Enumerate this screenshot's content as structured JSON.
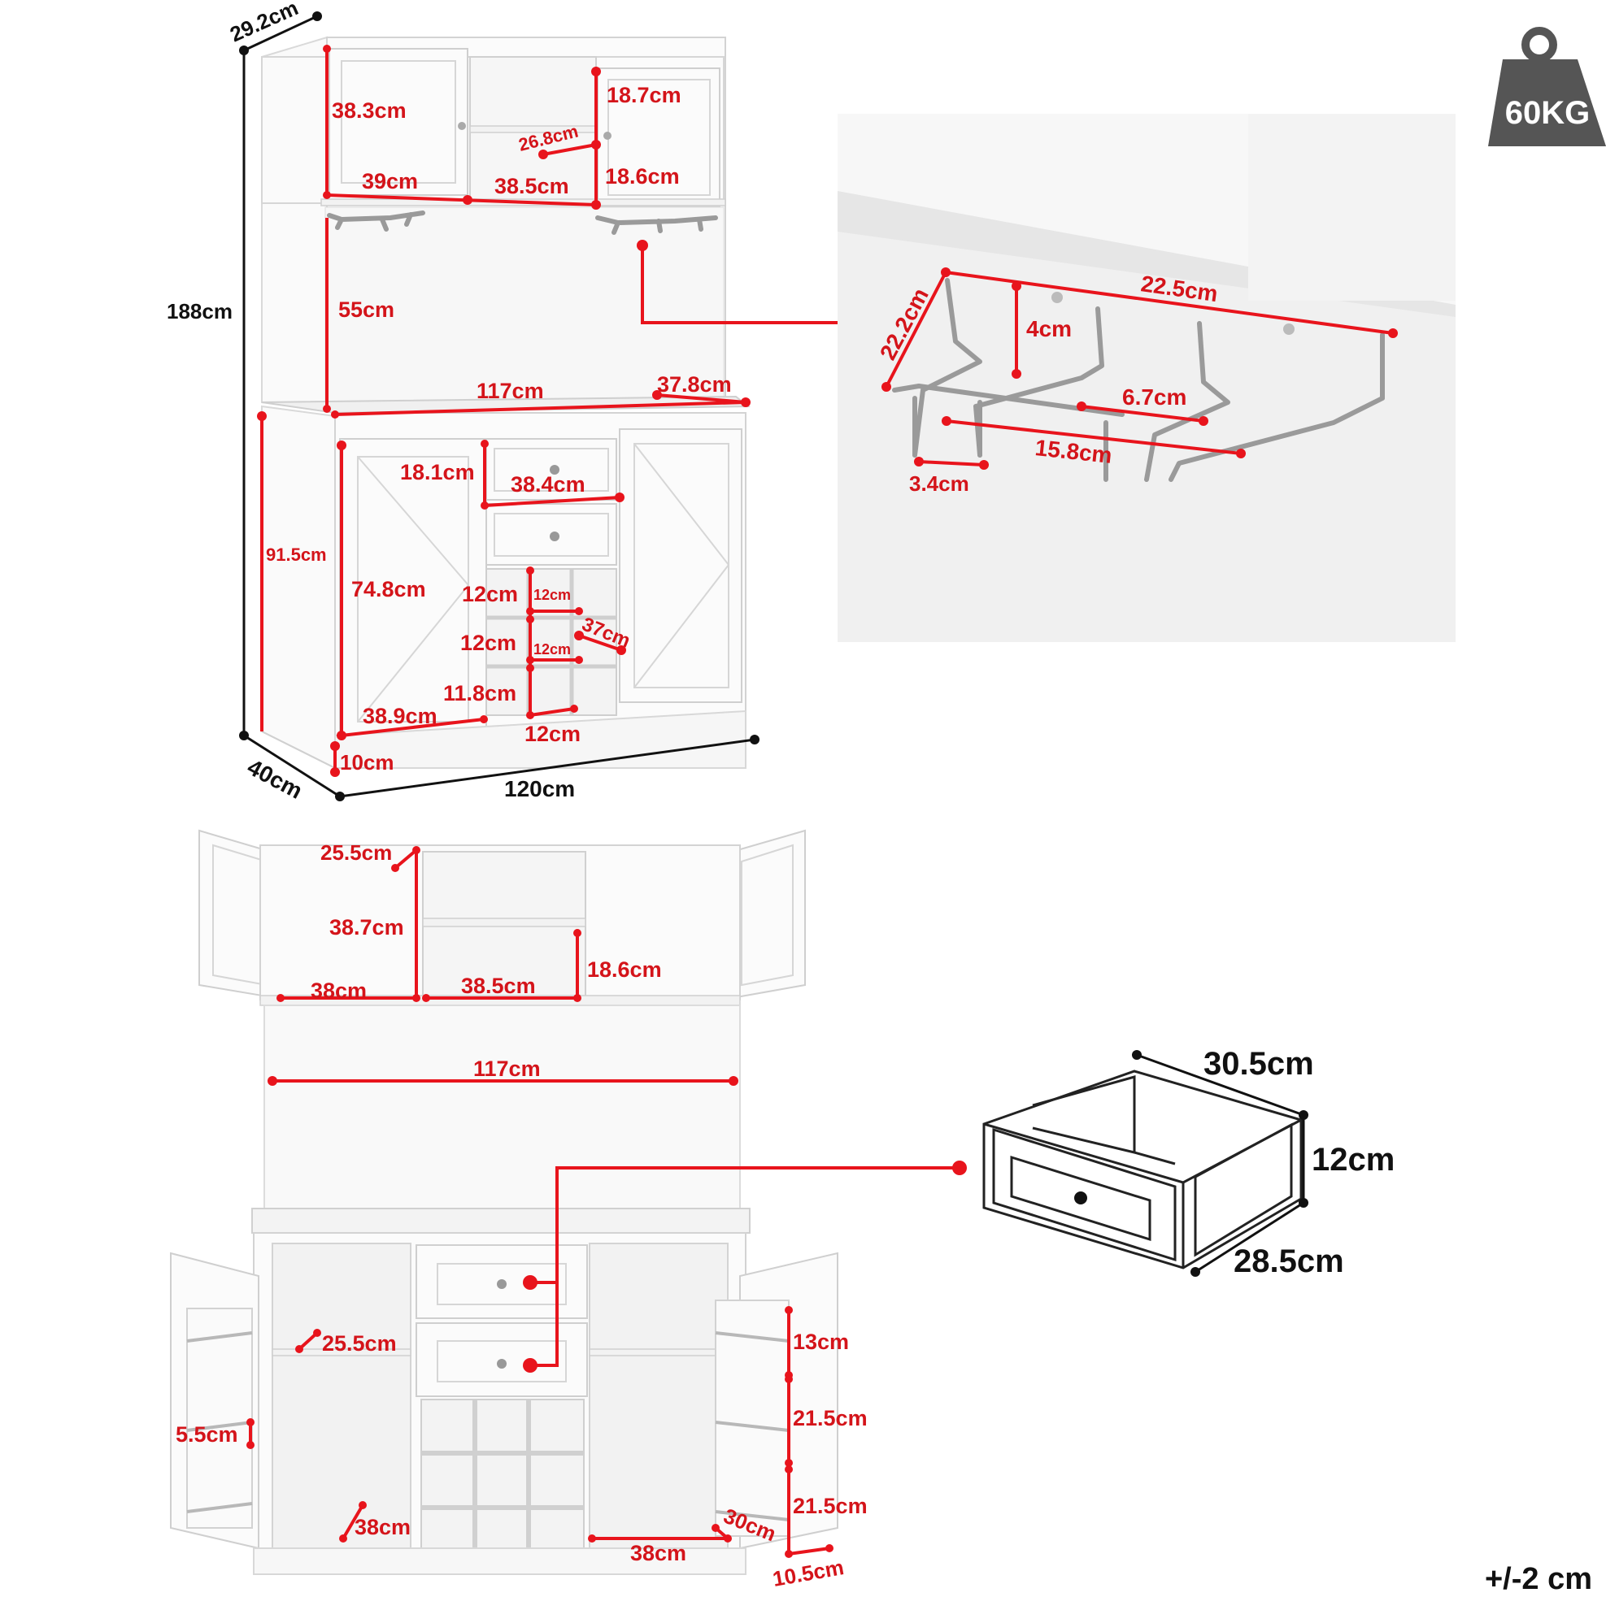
{
  "weight_badge": {
    "icon": "weight-icon",
    "label": "60KG",
    "color": "#555555"
  },
  "tolerance": "+/-2 cm",
  "front_view": {
    "overall": {
      "depth_top": "29.2cm",
      "height": "188cm",
      "depth_bottom": "40cm",
      "width": "120cm"
    },
    "labels": {
      "upper_door_height": "38.3cm",
      "upper_shelf_space": "18.7cm",
      "upper_middle_depth": "26.8cm",
      "upper_lower_space": "18.6cm",
      "upper_left_width": "39cm",
      "upper_middle_width": "38.5cm",
      "hutch_open_height": "55cm",
      "counter_width": "117cm",
      "counter_depth": "37.8cm",
      "drawer_height": "18.1cm",
      "drawer_width": "38.4cm",
      "base_height": "91.5cm",
      "base_door_height": "74.8cm",
      "wine_cell_1": "12cm",
      "wine_cell_1b": "12cm",
      "wine_depth": "37cm",
      "wine_cell_2": "12cm",
      "wine_cell_2b": "12cm",
      "wine_cell_3": "11.8cm",
      "base_door_width": "38.9cm",
      "wine_cell_width": "12cm",
      "leg_height": "10cm"
    }
  },
  "glass_rack": {
    "length": "22.5cm",
    "width": "22.2cm",
    "height": "4cm",
    "slot_gap": "6.7cm",
    "inner_span": "15.8cm",
    "rail_gap": "3.4cm"
  },
  "open_view": {
    "labels": {
      "upper_left_depth": "25.5cm",
      "upper_left_height": "38.7cm",
      "upper_left_width": "38cm",
      "upper_middle_width": "38.5cm",
      "upper_middle_height": "18.6cm",
      "hutch_width": "117cm",
      "lower_left_depth": "25.5cm",
      "door_rack_height": "5.5cm",
      "lower_left_width": "38cm",
      "door_shelf_1": "13cm",
      "door_shelf_2": "21.5cm",
      "door_shelf_3": "21.5cm",
      "lower_right_depth": "30cm",
      "lower_right_width": "38cm",
      "door_rack_depth": "10.5cm"
    }
  },
  "drawer_detail": {
    "width": "30.5cm",
    "height": "12cm",
    "depth": "28.5cm"
  }
}
